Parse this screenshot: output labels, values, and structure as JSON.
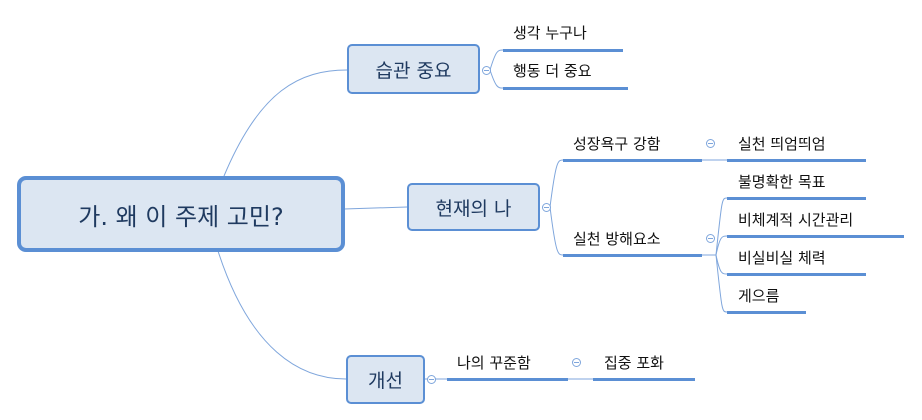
{
  "root": {
    "label": "가. 왜 이 주제 고민?"
  },
  "branches": [
    {
      "label": "습관 중요",
      "children": [
        {
          "label": "생각 누구나"
        },
        {
          "label": "행동 더 중요"
        }
      ]
    },
    {
      "label": "현재의 나",
      "children": [
        {
          "label": "성장욕구 강함",
          "children": [
            {
              "label": "실천 띄엄띄엄"
            }
          ]
        },
        {
          "label": "실천 방해요소",
          "children": [
            {
              "label": "불명확한 목표"
            },
            {
              "label": "비체계적 시간관리"
            },
            {
              "label": "비실비실 체력"
            },
            {
              "label": "게으름"
            }
          ]
        }
      ]
    },
    {
      "label": "개선",
      "children": [
        {
          "label": "나의 꾸준함",
          "children": [
            {
              "label": "집중 포화"
            }
          ]
        }
      ]
    }
  ],
  "colors": {
    "accent": "#5b8fd4",
    "fill": "#dce6f2",
    "text": "#1f3a60"
  }
}
